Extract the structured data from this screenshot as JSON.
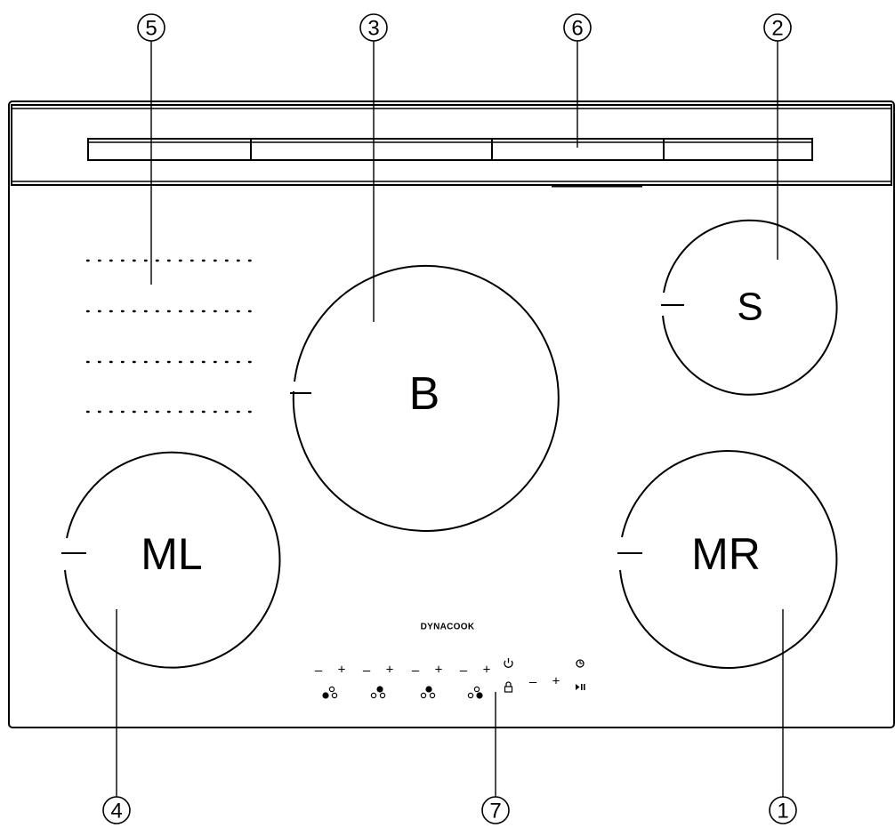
{
  "callouts": [
    {
      "num": "5"
    },
    {
      "num": "3"
    },
    {
      "num": "6"
    },
    {
      "num": "2"
    },
    {
      "num": "4"
    },
    {
      "num": "7"
    },
    {
      "num": "1"
    }
  ],
  "zones": {
    "back_big": "B",
    "back_small": "S",
    "mid_left": "ML",
    "mid_right": "MR"
  },
  "brand": "DYNACOOK",
  "controls": {
    "minus": "–",
    "plus": "+"
  }
}
